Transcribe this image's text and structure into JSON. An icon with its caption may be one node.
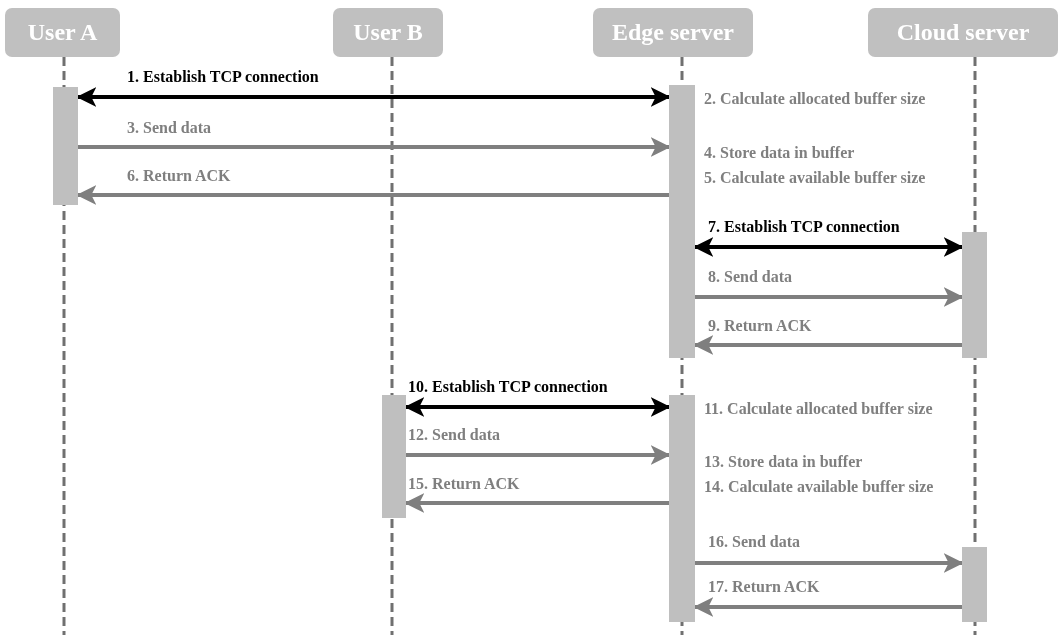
{
  "diagram": {
    "nodes": [
      {
        "text": [
          "User A"
        ]
      },
      {
        "text": [
          "User B"
        ]
      },
      {
        "text": [
          "Edge server"
        ]
      },
      {
        "text": [
          "Cloud server"
        ]
      },
      {
        "text": [],
        "shape": "bar"
      },
      {
        "text": [],
        "shape": "bar"
      },
      {
        "text": [],
        "shape": "bar"
      },
      {
        "text": [],
        "shape": "bar"
      },
      {
        "text": [],
        "shape": "bar"
      },
      {
        "text": [],
        "shape": "bar"
      }
    ],
    "edges": [
      {
        "from": 4,
        "to": 5,
        "arrow": "both",
        "label": "1. Establish TCP connection",
        "color": "#000000"
      },
      {
        "from": 4,
        "to": 5,
        "arrow": "to",
        "label": "3. Send data"
      },
      {
        "from": 5,
        "to": 4,
        "arrow": "to",
        "label": "6. Return ACK"
      },
      {
        "from": 5,
        "to": 6,
        "arrow": "both",
        "label": "7. Establish TCP connection",
        "color": "#000000"
      },
      {
        "from": 5,
        "to": 6,
        "arrow": "to",
        "label": "8. Send data"
      },
      {
        "from": 6,
        "to": 5,
        "arrow": "to",
        "label": "9. Return ACK"
      },
      {
        "from": 7,
        "to": 8,
        "arrow": "both",
        "label": "10. Establish TCP connection",
        "color": "#000000"
      },
      {
        "from": 7,
        "to": 8,
        "arrow": "to",
        "label": "12. Send data"
      },
      {
        "from": 8,
        "to": 7,
        "arrow": "to",
        "label": "15. Return ACK"
      },
      {
        "from": 8,
        "to": 9,
        "arrow": "to",
        "label": "16. Send data"
      },
      {
        "from": 9,
        "to": 8,
        "arrow": "to",
        "label": "17. Return ACK"
      }
    ],
    "labels": [
      "2. Calculate allocated buffer size",
      "4. Store data in buffer",
      "5. Calculate available buffer size",
      "11. Calculate allocated buffer size",
      "13. Store data in buffer",
      "14. Calculate available buffer size"
    ]
  }
}
